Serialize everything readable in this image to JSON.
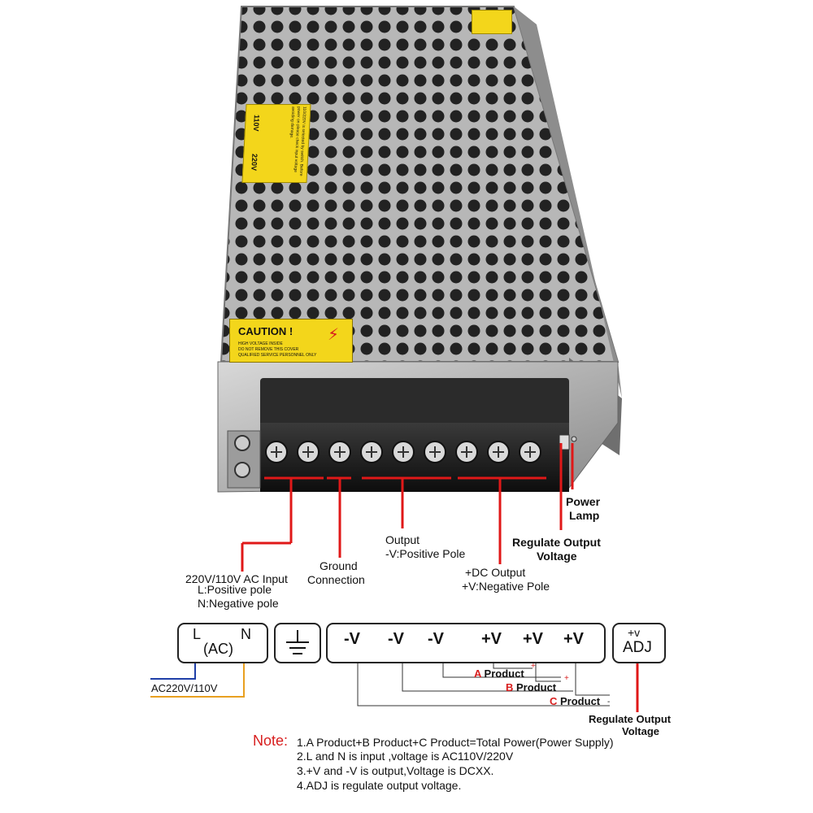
{
  "photo": {
    "caution": {
      "title": "CAUTION !",
      "lines": [
        "HIGH VOLTAGE INSIDE",
        "DO NOT REMOVE THIS COVER",
        "QUALIFIED SERVICE PERSONNEL ONLY"
      ]
    },
    "switch_sticker": {
      "v110": "110V",
      "v220": "220V",
      "text": "110/220V is selected by switch. Before power on please check input voltage avoiding damage."
    }
  },
  "labels": {
    "power_lamp": [
      "Power",
      "Lamp"
    ],
    "regulate_top": [
      "Regulate Output",
      "Voltage"
    ],
    "output_neg": [
      "Output",
      "-V:Positive Pole"
    ],
    "dc_output": [
      "+DC Output",
      "+V:Negative Pole"
    ],
    "ground": [
      "Ground",
      "Connection"
    ],
    "ac_input": [
      "220V/110V AC Input",
      "L:Positive pole",
      "N:Negative pole"
    ]
  },
  "schematic": {
    "ac_box": {
      "l": "L",
      "n": "N",
      "ac": "(AC)"
    },
    "ac_wire_label": "AC220V/110V",
    "terminals": [
      "-V",
      "-V",
      "-V",
      "+V",
      "+V",
      "+V"
    ],
    "adj": {
      "top": "+v",
      "bottom": "ADJ"
    },
    "products": [
      {
        "letter": "A",
        "text": "Product"
      },
      {
        "letter": "B",
        "text": "Product"
      },
      {
        "letter": "C",
        "text": "Product"
      }
    ],
    "plus": "+",
    "minus": "-",
    "regulate_bottom": [
      "Regulate Output",
      "Voltage"
    ]
  },
  "note": {
    "title": "Note:",
    "lines": [
      "1.A Product+B Product+C Product=Total Power(Power Supply)",
      "2.L and N is input ,voltage is AC110V/220V",
      "3.+V and  -V is output,Voltage is DCXX.",
      "4.ADJ is regulate output voltage."
    ]
  },
  "colors": {
    "leader": "#e01818",
    "ac_blue": "#1f3fa8",
    "ac_orange": "#e8a020",
    "caution_yellow": "#f3d61b",
    "metal": "#9a9a9a"
  }
}
